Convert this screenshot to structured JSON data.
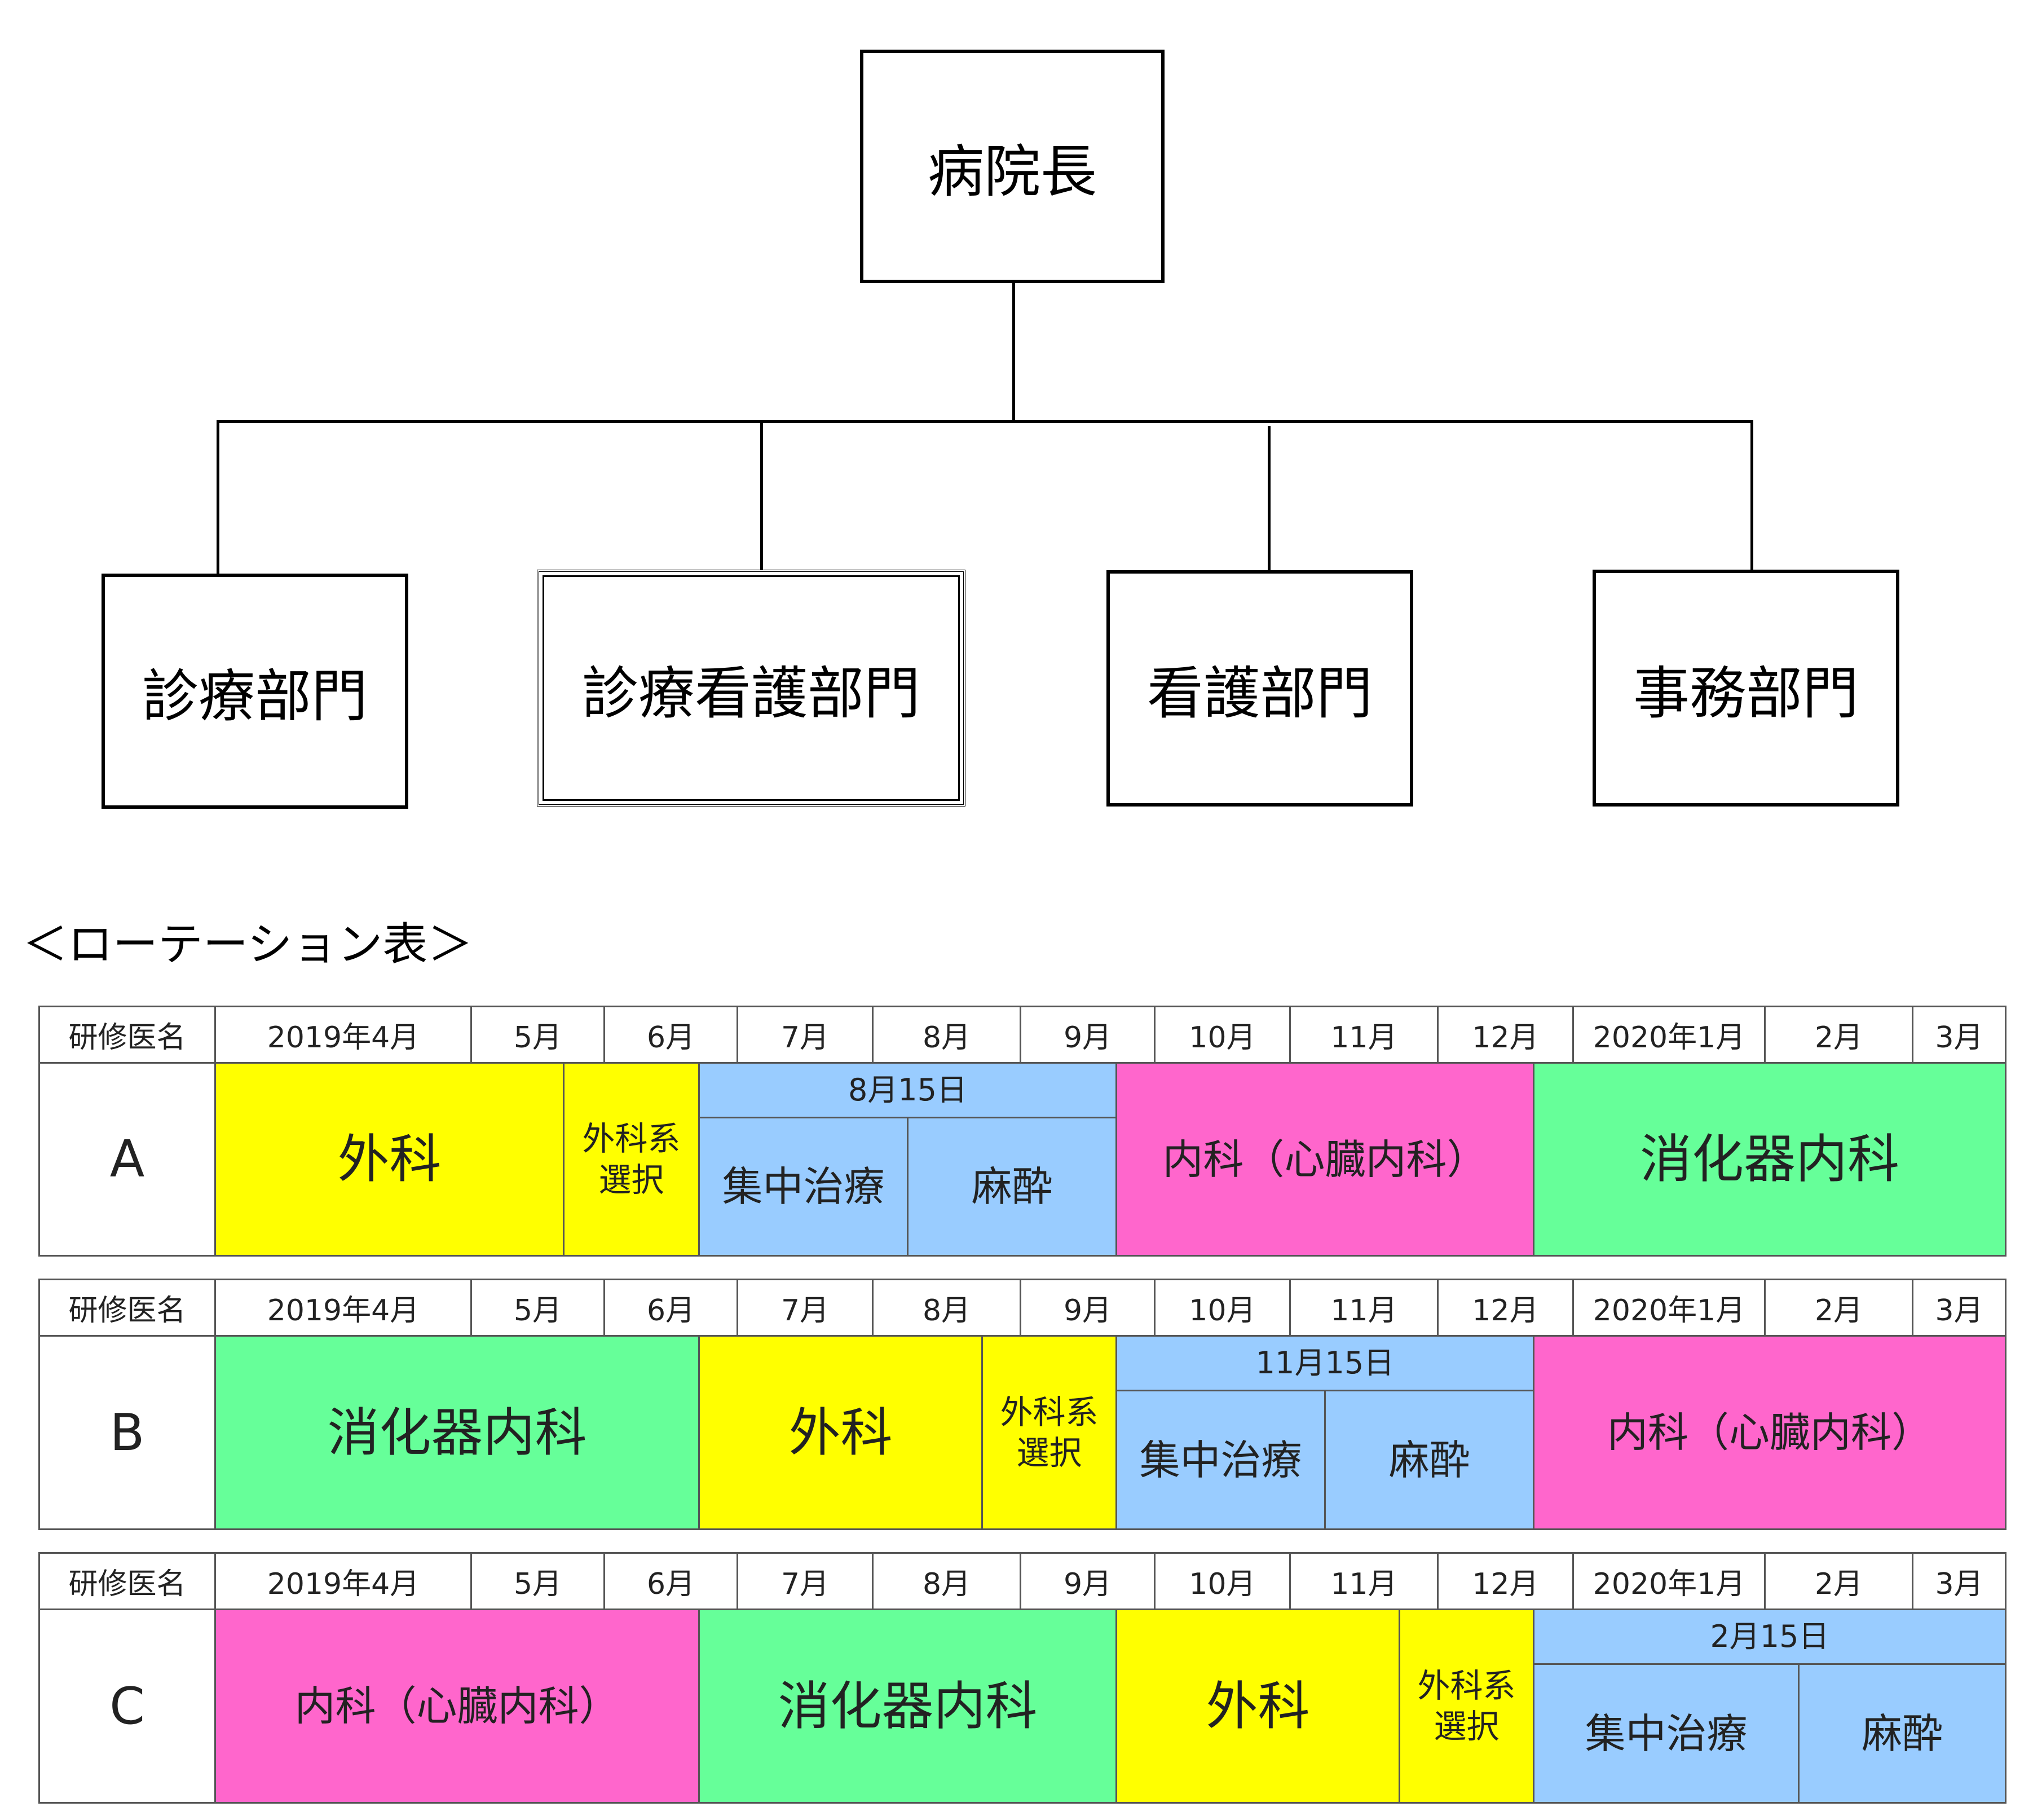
{
  "org_chart": {
    "top": "病院長",
    "departments": [
      "診療部門",
      "診療看護部門",
      "看護部門",
      "事務部門"
    ]
  },
  "rotation": {
    "title": "＜ローテーション表＞",
    "header": {
      "name_col": "研修医名",
      "months": [
        "2019年4月",
        "5月",
        "6月",
        "7月",
        "8月",
        "9月",
        "10月",
        "11月",
        "12月",
        "2020年1月",
        "2月",
        "3月"
      ]
    },
    "colors": {
      "外科": "#ffff00",
      "外科系選択": "#ffff00",
      "集中治療": "#99ccff",
      "麻酔": "#99ccff",
      "内科（心臓内科）": "#ff66cc",
      "消化器内科": "#66ff99"
    },
    "residents": [
      {
        "name": "A",
        "blocks": [
          "外科",
          "外科系\n選択",
          "8月15日",
          "集中治療",
          "麻酔",
          "内科（心臓内科）",
          "消化器内科"
        ]
      },
      {
        "name": "B",
        "blocks": [
          "消化器内科",
          "外科",
          "外科系\n選択",
          "11月15日",
          "集中治療",
          "麻酔",
          "内科（心臓内科）"
        ]
      },
      {
        "name": "C",
        "blocks": [
          "内科（心臓内科）",
          "消化器内科",
          "外科",
          "外科系\n選択",
          "2月15日",
          "集中治療",
          "麻酔"
        ]
      }
    ]
  }
}
